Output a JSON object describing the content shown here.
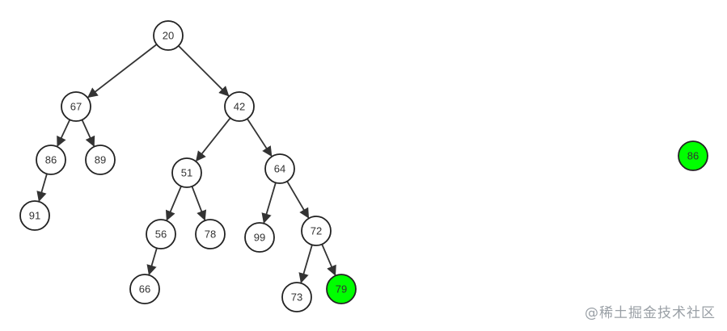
{
  "colors": {
    "highlight": "#00ff00",
    "node_fill": "#ffffff",
    "stroke": "#222222"
  },
  "nodes": [
    {
      "id": "n20",
      "label": "20"
    },
    {
      "id": "n67",
      "label": "67"
    },
    {
      "id": "n42",
      "label": "42"
    },
    {
      "id": "n86",
      "label": "86"
    },
    {
      "id": "n89",
      "label": "89"
    },
    {
      "id": "n51",
      "label": "51"
    },
    {
      "id": "n64",
      "label": "64"
    },
    {
      "id": "n91",
      "label": "91"
    },
    {
      "id": "n56",
      "label": "56"
    },
    {
      "id": "n78",
      "label": "78"
    },
    {
      "id": "n99",
      "label": "99"
    },
    {
      "id": "n72",
      "label": "72"
    },
    {
      "id": "n66",
      "label": "66"
    },
    {
      "id": "n73",
      "label": "73"
    },
    {
      "id": "n79",
      "label": "79",
      "highlight": true
    },
    {
      "id": "n86b",
      "label": "86",
      "highlight": true
    }
  ],
  "edges": [
    [
      "n20",
      "n67"
    ],
    [
      "n20",
      "n42"
    ],
    [
      "n67",
      "n86"
    ],
    [
      "n67",
      "n89"
    ],
    [
      "n42",
      "n51"
    ],
    [
      "n42",
      "n64"
    ],
    [
      "n86",
      "n91"
    ],
    [
      "n51",
      "n56"
    ],
    [
      "n51",
      "n78"
    ],
    [
      "n64",
      "n99"
    ],
    [
      "n64",
      "n72"
    ],
    [
      "n56",
      "n66"
    ],
    [
      "n72",
      "n73"
    ],
    [
      "n72",
      "n79"
    ]
  ],
  "watermark": "@稀土掘金技术社区"
}
